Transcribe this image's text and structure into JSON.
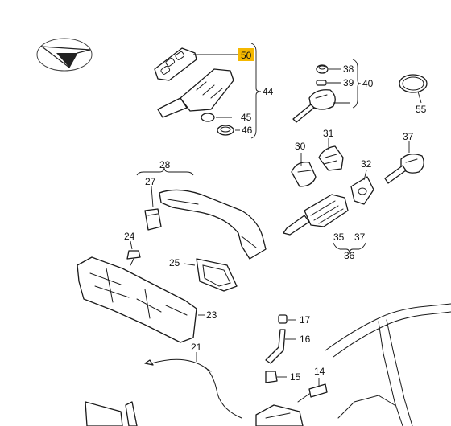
{
  "diagram": {
    "highlight_color": "#f5b800",
    "labels": {
      "l50": "50",
      "l44": "44",
      "l45": "45",
      "l46": "46",
      "l38": "38",
      "l39": "39",
      "l40": "40",
      "l55": "55",
      "l31": "31",
      "l30": "30",
      "l37a": "37",
      "l32": "32",
      "l28": "28",
      "l27": "27",
      "l24": "24",
      "l25": "25",
      "l23": "23",
      "l35": "35",
      "l37b": "37",
      "l36": "36",
      "l17": "17",
      "l16": "16",
      "l15": "15",
      "l21": "21",
      "l14": "14"
    }
  }
}
